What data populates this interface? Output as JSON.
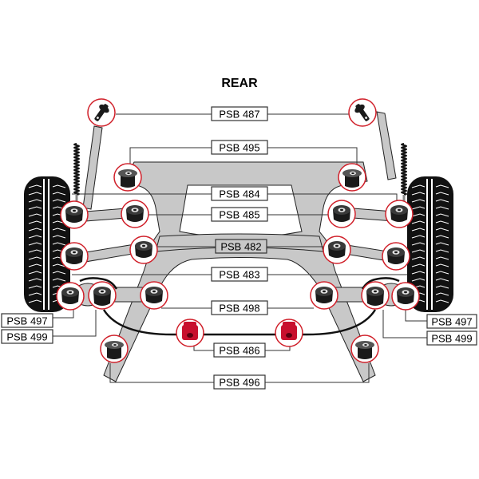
{
  "title": "REAR",
  "labels": [
    {
      "id": "psb487",
      "text": "PSB 487",
      "shaded": false
    },
    {
      "id": "psb495",
      "text": "PSB 495",
      "shaded": false
    },
    {
      "id": "psb484",
      "text": "PSB 484",
      "shaded": false
    },
    {
      "id": "psb485",
      "text": "PSB 485",
      "shaded": false
    },
    {
      "id": "psb482",
      "text": "PSB 482",
      "shaded": true
    },
    {
      "id": "psb483",
      "text": "PSB 483",
      "shaded": false
    },
    {
      "id": "psb498",
      "text": "PSB 498",
      "shaded": false
    },
    {
      "id": "psb486",
      "text": "PSB 486",
      "shaded": false
    },
    {
      "id": "psb496",
      "text": "PSB 496",
      "shaded": false
    },
    {
      "id": "psb497-left",
      "text": "PSB 497",
      "shaded": false
    },
    {
      "id": "psb499-left",
      "text": "PSB 499",
      "shaded": false
    },
    {
      "id": "psb497-right",
      "text": "PSB 497",
      "shaded": false
    },
    {
      "id": "psb499-right",
      "text": "PSB 499",
      "shaded": false
    }
  ],
  "colors": {
    "ring": "#d0202a",
    "subframe": "#c8c8c8",
    "bush": "#1a1a1a",
    "antiroll_bush": "#c8102e"
  }
}
